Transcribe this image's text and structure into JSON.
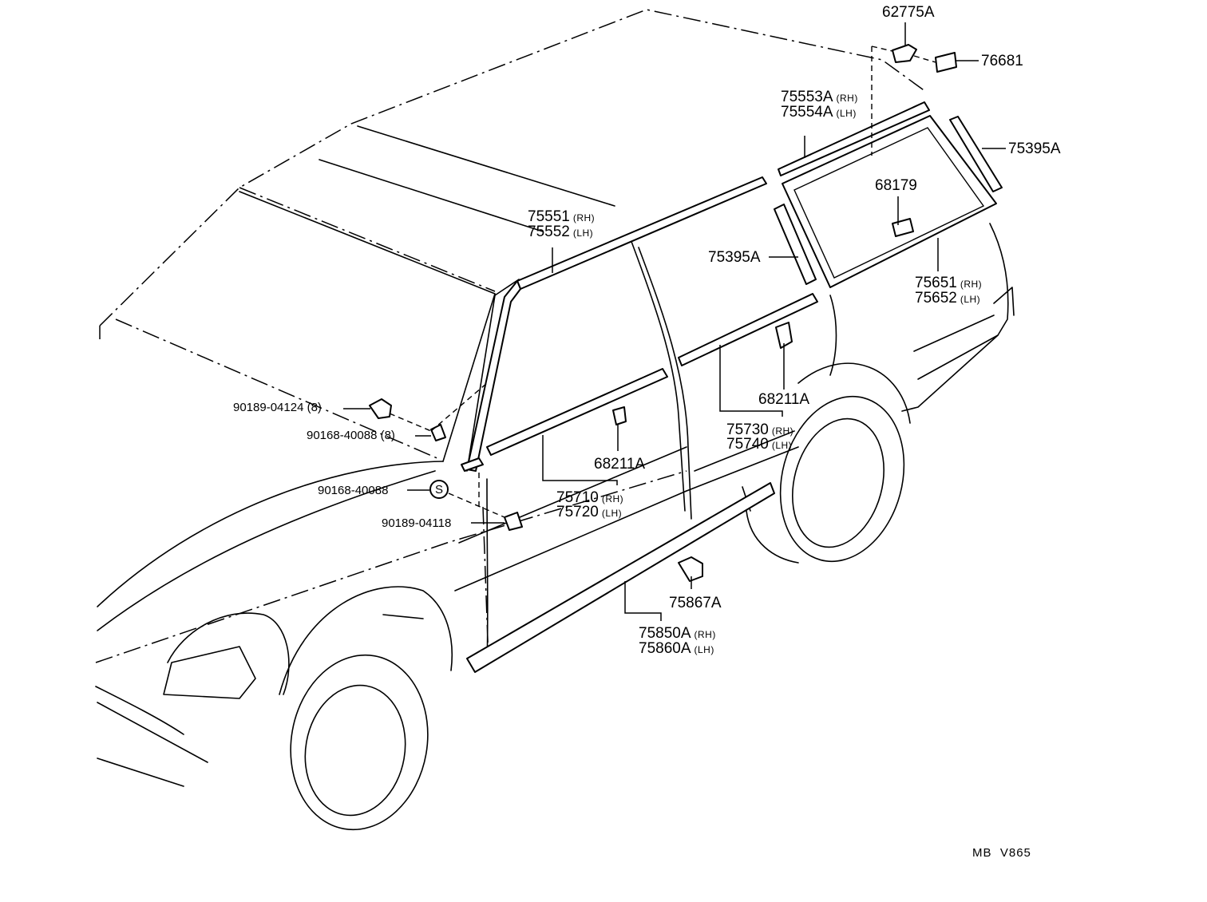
{
  "labels": {
    "p62775A": "62775A",
    "p76681": "76681",
    "p75553A": "75553A",
    "p75554A": "75554A",
    "p75395A_r": "75395A",
    "p68179": "68179",
    "p75551": "75551",
    "p75552": "75552",
    "p75395A_l": "75395A",
    "p75651": "75651",
    "p75652": "75652",
    "p68211A_r": "68211A",
    "p75730": "75730",
    "p75740": "75740",
    "p90189_04124": "90189-04124",
    "q8_a": "(8)",
    "p90168_40088_a": "90168-40088",
    "q8_b": "(8)",
    "p68211A_l": "68211A",
    "p90168_40088_b": "90168-40088",
    "s_symbol": "S",
    "p75710": "75710",
    "p75720": "75720",
    "p90189_04118": "90189-04118",
    "p75867A": "75867A",
    "p75850A": "75850A",
    "p75860A": "75860A",
    "rh": "(RH)",
    "lh": "(LH)",
    "drawing_ref_a": "MB",
    "drawing_ref_b": "V865"
  },
  "colors": {
    "line": "#000000",
    "background": "#ffffff"
  }
}
